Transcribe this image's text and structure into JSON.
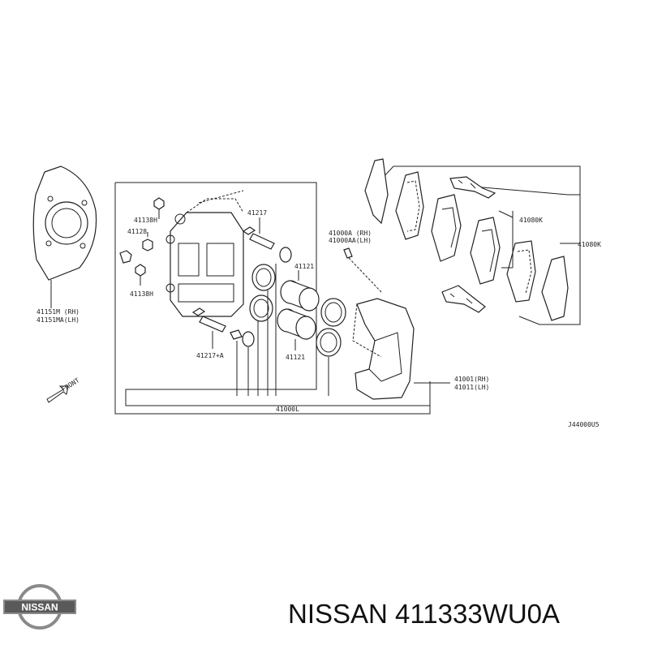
{
  "labels": {
    "backing_plate": [
      "41151M (RH)",
      "41151MA(LH)"
    ],
    "bolt_1": "41138H",
    "bleeder": "41128",
    "bolt_2": "41138H",
    "pin_top": "41217",
    "pin_bottom": "41217+A",
    "piston_top": "41121",
    "piston_bottom": "41121",
    "caliper_assy": [
      "41000A (RH)",
      "41000AA(LH)"
    ],
    "caliper_kit": "41000L",
    "bracket": [
      "41001(RH)",
      "41011(LH)"
    ],
    "pad_kit_1": "41080K",
    "pad_kit_2": "41080K",
    "front": "FRONT",
    "diagram_code": "J44000U5"
  },
  "product": {
    "brand": "NISSAN",
    "part_number": "411333WU0A",
    "title": "NISSAN 411333WU0A",
    "logo_text": "NISSAN"
  }
}
